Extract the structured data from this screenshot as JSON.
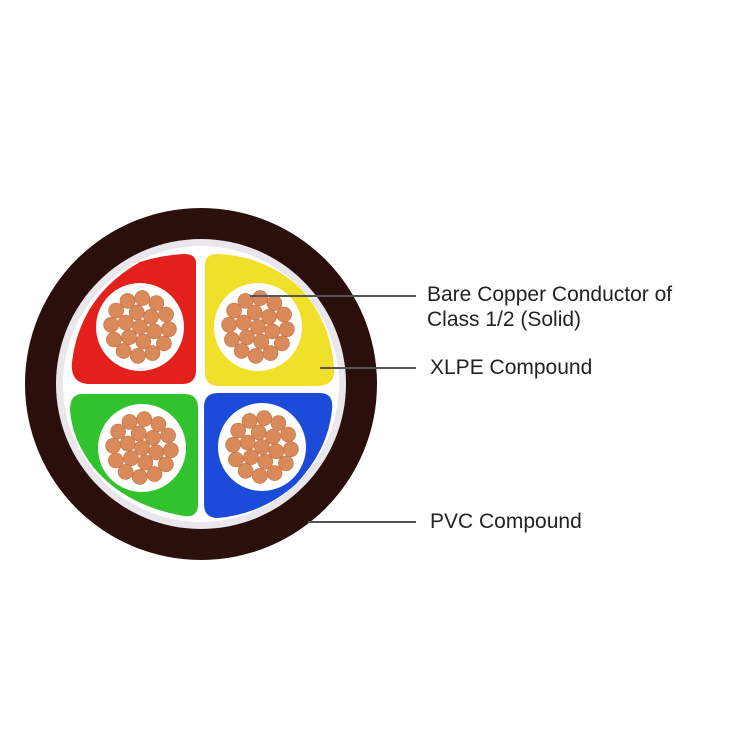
{
  "labels": {
    "conductor_line1": "Bare Copper Conductor of",
    "conductor_line2": "Class 1/2 (Solid)",
    "xlpe": "XLPE Compound",
    "pvc": "PVC Compound"
  },
  "colors": {
    "background": "#ffffff",
    "pvc_sheath": "#2b0f0c",
    "bedding": "#e9e7ec",
    "inner_gap": "#ffffff",
    "core_red": "#e3201b",
    "core_yellow": "#f0e02a",
    "core_green": "#31c22d",
    "core_blue": "#1c4ad9",
    "strand_copper": "#d98a5b",
    "strand_edge": "#c06f40",
    "leader_line": "#555555",
    "text": "#222222"
  },
  "cores": [
    {
      "name": "red-core",
      "color_key": "core_red"
    },
    {
      "name": "yellow-core",
      "color_key": "core_yellow"
    },
    {
      "name": "green-core",
      "color_key": "core_green"
    },
    {
      "name": "blue-core",
      "color_key": "core_blue"
    }
  ]
}
